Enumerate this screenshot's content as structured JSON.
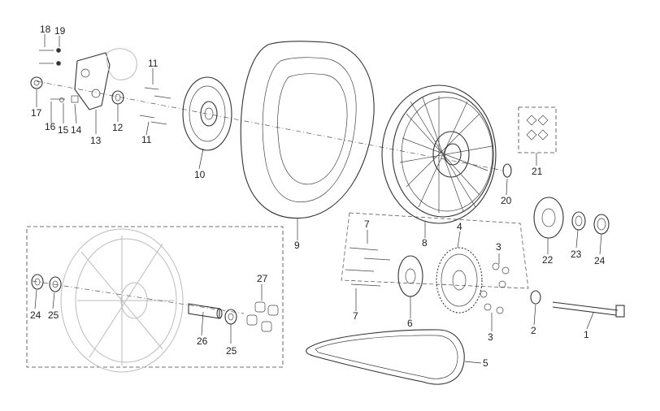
{
  "callouts": [
    "1",
    "2",
    "3",
    "3",
    "4",
    "5",
    "6",
    "7",
    "7",
    "8",
    "9",
    "10",
    "11",
    "11",
    "12",
    "13",
    "14",
    "15",
    "16",
    "17",
    "18",
    "19",
    "20",
    "21",
    "22",
    "23",
    "24",
    "24",
    "25",
    "25",
    "26",
    "27"
  ],
  "colors": {
    "line": "#333333",
    "ghost": "#bbbbbb"
  }
}
